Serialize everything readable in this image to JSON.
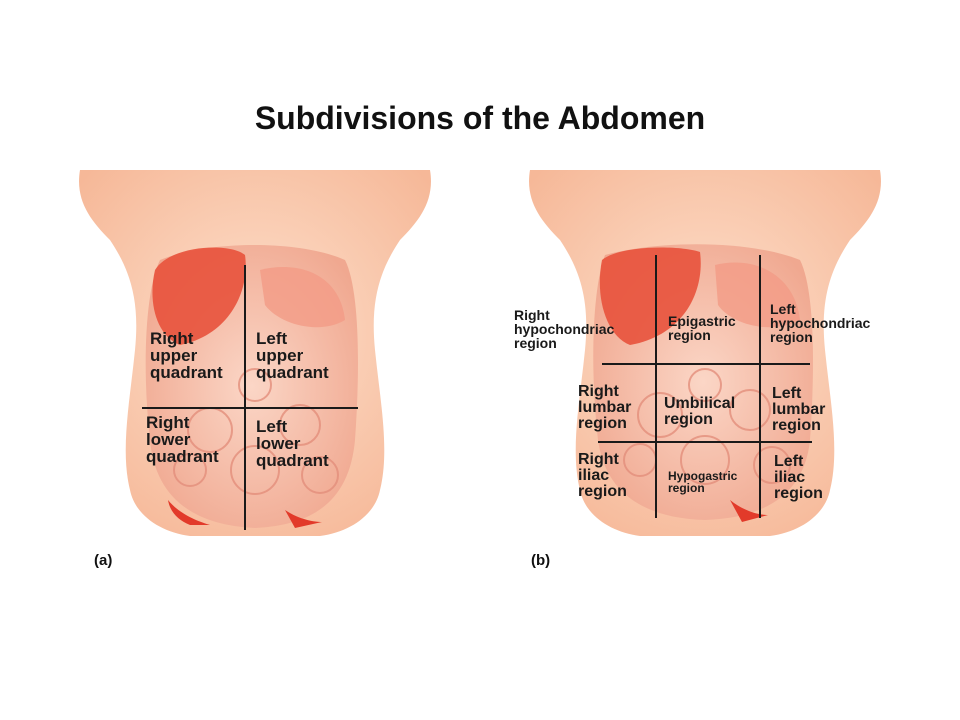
{
  "title": "Subdivisions of the Abdomen",
  "panel_a": {
    "caption": "(a)",
    "labels": {
      "ruq": "Right\nupper\nquadrant",
      "luq": "Left\nupper\nquadrant",
      "rlq": "Right\nlower\nquadrant",
      "llq": "Left\nlower\nquadrant"
    }
  },
  "panel_b": {
    "caption": "(b)",
    "labels": {
      "right_hypochondriac": "Right\nhypochondriac\nregion",
      "epigastric": "Epigastric\nregion",
      "left_hypochondriac": "Left\nhypochondriac\nregion",
      "right_lumbar": "Right\nlumbar\nregion",
      "umbilical": "Umbilical\nregion",
      "left_lumbar": "Left\nlumbar\nregion",
      "right_iliac": "Right\niliac\nregion",
      "hypogastric": "Hypogastric\nregion",
      "left_iliac": "Left\niliac\nregion"
    }
  },
  "colors": {
    "skin": "#fbd2b6",
    "skin_shadow": "#f4b896",
    "cavity": "#f7c2a8",
    "liver": "#e8523c",
    "intestine": "#f5b6a0",
    "divider": "#1a1a1a"
  }
}
